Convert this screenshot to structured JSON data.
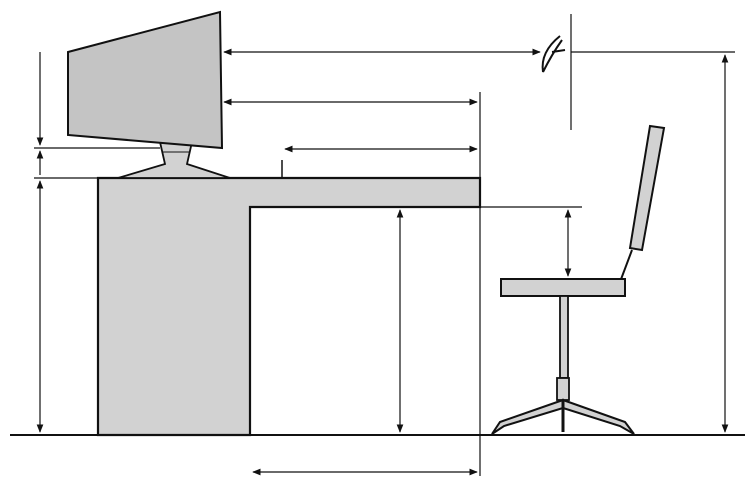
{
  "figure": {
    "kind": "ergonomic-workstation-side-view",
    "labels": [],
    "colors": {
      "outline": "#111111",
      "shape_fill": "#d2d2d2",
      "monitor_fill": "#c4c4c4",
      "background": "#ffffff"
    },
    "components": [
      "floor",
      "desk",
      "monitor",
      "monitor-stand",
      "keyboard",
      "chair",
      "eye"
    ],
    "dimension_lines": [
      "eye-to-screen-distance",
      "screen-to-desk-edge-distance",
      "keyboard-to-desk-edge-distance",
      "leg-clearance-depth",
      "under-desk-clearance-height",
      "thigh-clearance-height",
      "desk-height",
      "eye-height",
      "monitor-height-top",
      "monitor-height-offset"
    ]
  }
}
